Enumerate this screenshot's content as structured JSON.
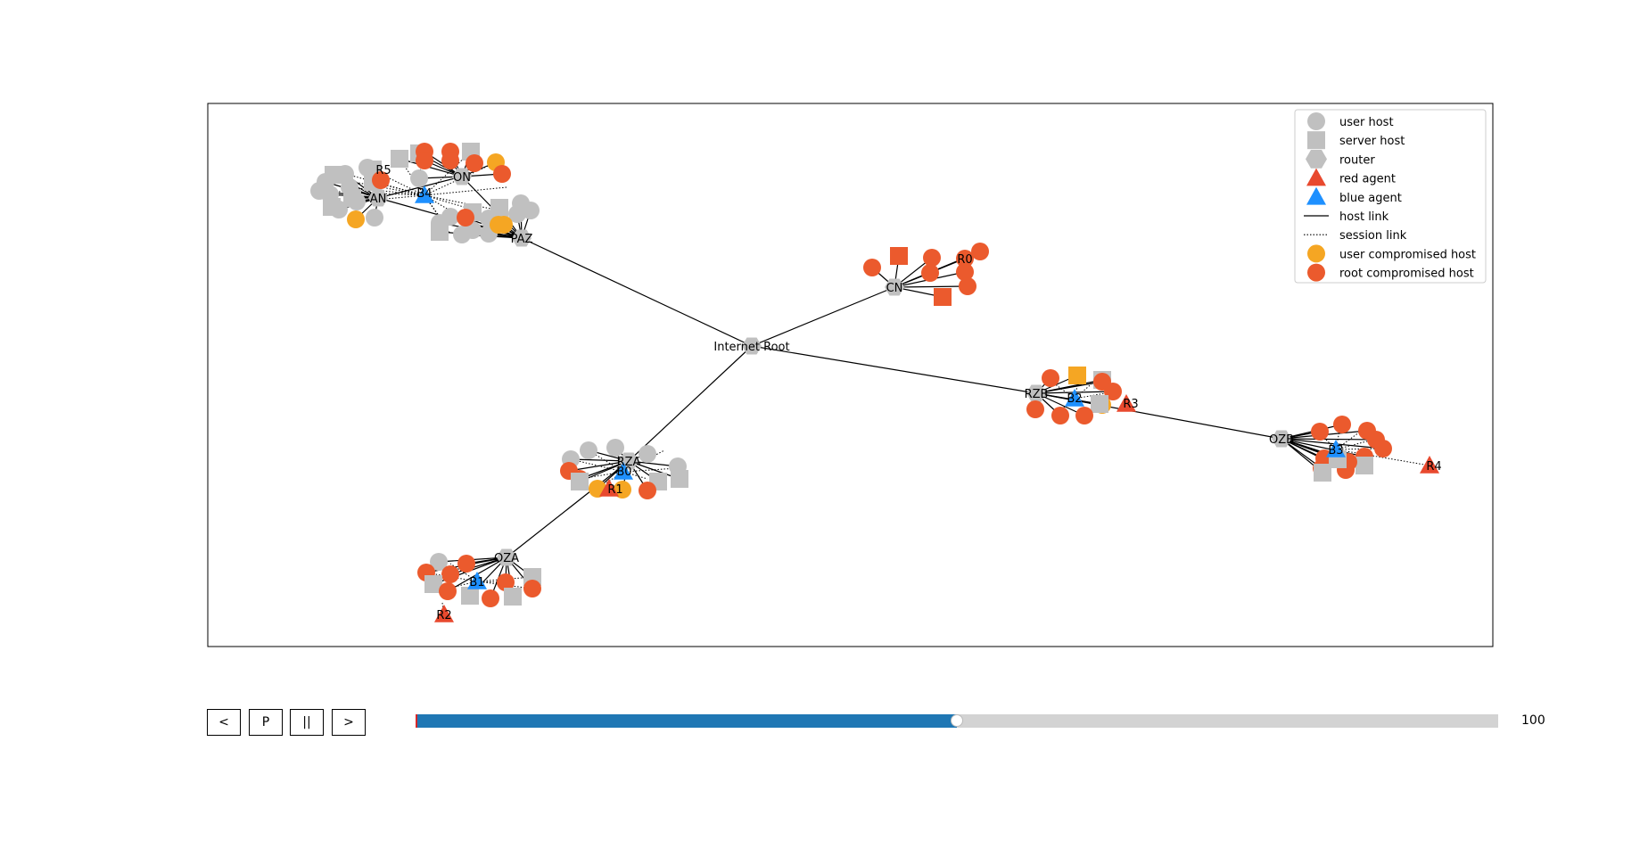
{
  "diagram": {
    "legend": [
      {
        "key": "user_host",
        "label": "user host",
        "marker": "circle",
        "color": "#c0c0c0"
      },
      {
        "key": "server_host",
        "label": "server host",
        "marker": "square",
        "color": "#c0c0c0"
      },
      {
        "key": "router",
        "label": "router",
        "marker": "hexagon",
        "color": "#c0c0c0"
      },
      {
        "key": "red_agent",
        "label": "red agent",
        "marker": "triangle",
        "color": "#e8492e"
      },
      {
        "key": "blue_agent",
        "label": "blue agent",
        "marker": "triangle",
        "color": "#1e90ff"
      },
      {
        "key": "host_link",
        "label": "host link",
        "marker": "solid-line",
        "color": "#000000"
      },
      {
        "key": "session_link",
        "label": "session link",
        "marker": "dotted-line",
        "color": "#000000"
      },
      {
        "key": "user_compromised",
        "label": "user compromised host",
        "marker": "circle",
        "color": "#f5a623"
      },
      {
        "key": "root_compromised",
        "label": "root compromised host",
        "marker": "circle",
        "color": "#eb5a2d"
      }
    ],
    "colors": {
      "grey": "#c0c0c0",
      "root": "#eb5a2d",
      "user": "#f5a623",
      "red": "#e8492e",
      "blue": "#1e90ff"
    },
    "node_labels": {
      "internet_root": "Internet Root",
      "cn": "CN",
      "rza": "RZA",
      "oza": "OZA",
      "rzb": "RZB",
      "ozb": "OZB",
      "an": "AN",
      "on": "ON",
      "paz": "PAZ",
      "r0": "R0",
      "r1": "R1",
      "r2": "R2",
      "r3": "R3",
      "r4": "R4",
      "r5": "R5",
      "b0": "B0",
      "b1": "B1",
      "b2": "B2",
      "b3": "B3",
      "b4": "B4"
    }
  },
  "controls": {
    "prev_label": "<",
    "play_label": "P",
    "pause_label": "||",
    "next_label": ">"
  },
  "slider": {
    "fraction": 0.5,
    "value_text": "100"
  }
}
